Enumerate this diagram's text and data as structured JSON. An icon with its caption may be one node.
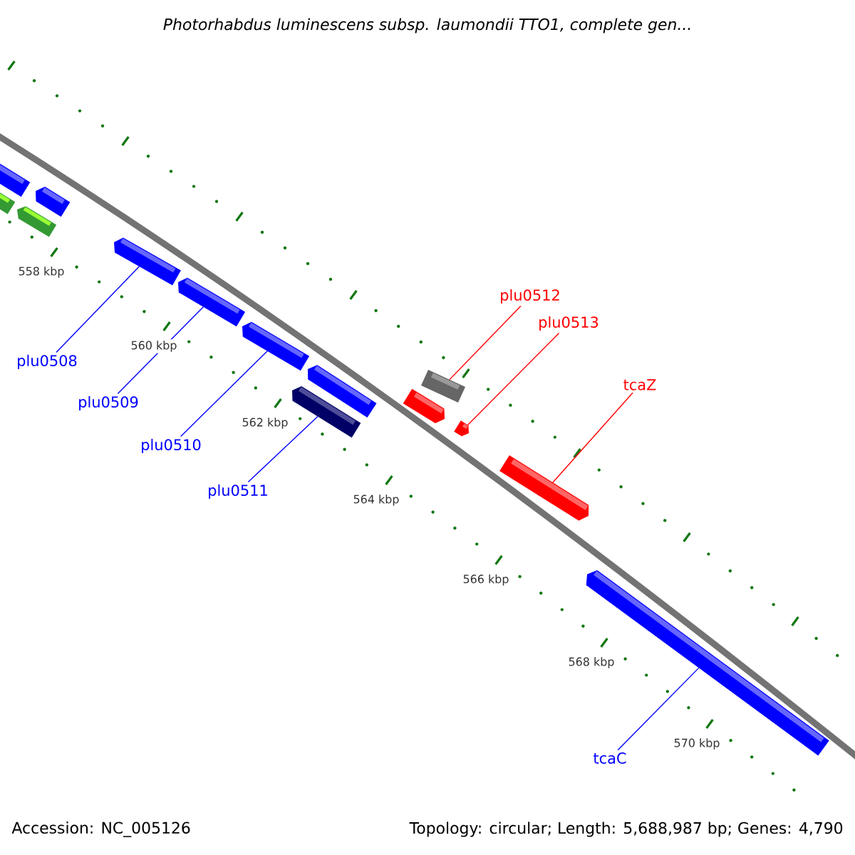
{
  "diagram": {
    "title": "Photorhabdus luminescens subsp. laumondii TTO1, complete gen...",
    "nodes": [
      {
        "text": [],
        "shape": "bar"
      },
      {
        "text": [],
        "shape": "bar"
      },
      {
        "text": [],
        "shape": "bar"
      },
      {
        "text": [],
        "shape": "bar"
      },
      {
        "text": [],
        "shape": "bar"
      },
      {
        "text": [],
        "shape": "bar"
      },
      {
        "text": [],
        "shape": "bar"
      },
      {
        "text": [],
        "shape": "bar"
      },
      {
        "text": [],
        "shape": "bar"
      },
      {
        "text": [],
        "shape": "bar"
      },
      {
        "text": [],
        "shape": "bar"
      },
      {
        "text": [],
        "shape": "bar"
      },
      {
        "text": [],
        "shape": "bar"
      },
      {
        "text": [],
        "shape": "bar"
      },
      {
        "text": [
          "plu0508"
        ]
      },
      {
        "text": [
          "plu0509"
        ]
      },
      {
        "text": [
          "plu0510"
        ]
      },
      {
        "text": [
          "plu0511"
        ]
      },
      {
        "text": [
          "plu0512"
        ]
      },
      {
        "text": [
          "plu0513"
        ]
      },
      {
        "text": [
          "tcaZ"
        ]
      },
      {
        "text": [
          "tcaC"
        ]
      }
    ],
    "edges": [
      {
        "from": 14,
        "to": 4,
        "arrow": "none"
      },
      {
        "from": 15,
        "to": 5,
        "arrow": "none"
      },
      {
        "from": 16,
        "to": 6,
        "arrow": "none"
      },
      {
        "from": 17,
        "to": 7,
        "arrow": "none"
      },
      {
        "from": 18,
        "to": 10,
        "arrow": "none",
        "color": "#ff0000"
      },
      {
        "from": 19,
        "to": 11,
        "arrow": "none",
        "color": "#ff0000"
      },
      {
        "from": 20,
        "to": 12,
        "arrow": "none",
        "color": "#ff0000"
      },
      {
        "from": 21,
        "to": 13,
        "arrow": "none"
      }
    ],
    "labels": [
      "558 kbp",
      "560 kbp",
      "562 kbp",
      "564 kbp",
      "566 kbp",
      "568 kbp",
      "570 kbp",
      "Accession: NC_005126",
      "Topology: circular; Length: 5,688,987 bp; Genes: 4,790"
    ]
  }
}
